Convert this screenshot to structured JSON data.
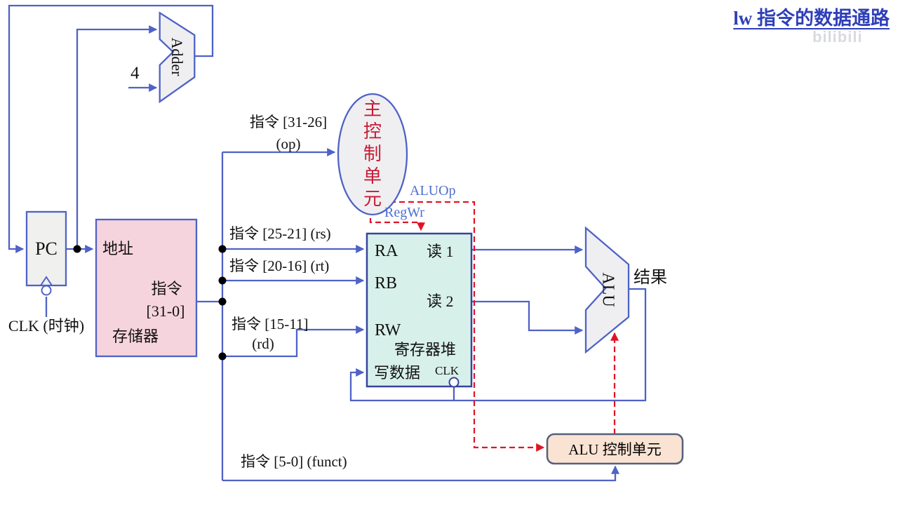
{
  "title": "lw 指令的数据通路",
  "watermark": "bilibili",
  "colors": {
    "wire_blue": "#4f62c6",
    "dash_red": "#e01326",
    "control_text_red": "#c81a32",
    "signal_label_blue": "#4f6fd0",
    "title_blue": "#2e3fb8",
    "memory_fill": "#f6d4de",
    "register_file_fill": "#d8f0ea",
    "unit_fill": "#efeff2",
    "alu_control_fill": "#fae3d3"
  },
  "adder": {
    "label": "Adder",
    "increment_value": "4"
  },
  "pc": {
    "label": "PC",
    "clk_label": "CLK (时钟)"
  },
  "memory": {
    "port_address": "地址",
    "output_line1": "指令",
    "output_line2": "[31-0]",
    "name": "存储器"
  },
  "instruction_fields": {
    "op_line1": "指令 [31-26]",
    "op_line2": "(op)",
    "rs": "指令 [25-21] (rs)",
    "rt": "指令 [20-16] (rt)",
    "rd_line1": "指令 [15-11]",
    "rd_line2": "(rd)",
    "funct": "指令 [5-0] (funct)"
  },
  "main_control": {
    "label": "主控制单元",
    "signal_aluop": "ALUOp",
    "signal_regwr": "RegWr"
  },
  "register_file": {
    "port_ra": "RA",
    "port_rb": "RB",
    "port_rw": "RW",
    "read1": "读 1",
    "read2": "读 2",
    "name": "寄存器堆",
    "write_data": "写数据",
    "clk": "CLK"
  },
  "alu": {
    "label": "ALU",
    "result": "结果"
  },
  "alu_control": {
    "label": "ALU 控制单元"
  }
}
